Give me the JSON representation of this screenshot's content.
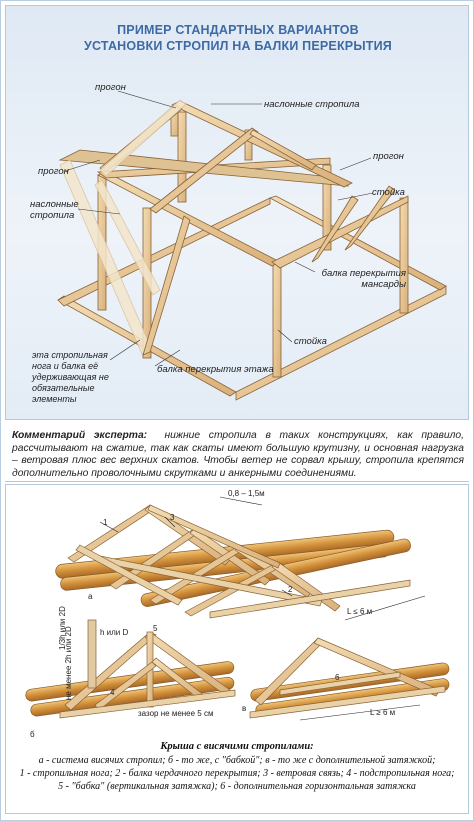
{
  "title": {
    "line1": "ПРИМЕР СТАНДАРТНЫХ ВАРИАНТОВ",
    "line2": "УСТАНОВКИ СТРОПИЛ НА БАЛКИ ПЕРЕКРЫТИЯ"
  },
  "labels": {
    "progon_top": "прогон",
    "naslonnye_top": "наслонные стропила",
    "progon_right": "прогон",
    "progon_left": "прогон",
    "naslonnye_left": "наслонные стропила",
    "stoyka_right": "стойка",
    "balka_mansardy": "балка перекрытия мансарды",
    "stoyka_bottom": "стойка",
    "balka_etazha": "балка перекрытия этажа",
    "note": "эта стропильная нога и балка её удерживающая не обязательные элементы"
  },
  "comment": {
    "lead": "Комментарий эксперта:",
    "text": "нижние стропила в таких конструкциях, как правило, рассчитывают на сжатие, так как скаты имеют большую крутизну, и основная нагрузка – ветровая плюс вес верхних скатов. Чтобы ветер не сорвал крышу, стропила крепятся дополнительно проволочными скрутками и анкерными соединениями."
  },
  "diagram_b": {
    "dim_top": "0,8 – 1,5м",
    "span": "L ≤ 6 м",
    "numbers": [
      "1",
      "3",
      "2"
    ],
    "letter": "а"
  },
  "diagram_c": {
    "dim_side1": "1/3h или 2D",
    "dim_side2": "h или D",
    "dim_side3": "не менее 2h или 2D",
    "gap": "зазор не менее 5 см",
    "numbers": [
      "5",
      "4"
    ],
    "letter": "б"
  },
  "diagram_d": {
    "span": "L ≥ 6 м",
    "numbers": [
      "6"
    ],
    "letter": "в"
  },
  "caption": {
    "title": "Крыша с висячими стропилами:",
    "line1": "а - система висячих стропил; б - то же, с \"бабкой\"; в - то же с дополнительной затяжкой;",
    "line2": "1 - стропильная нога; 2 - балка чердачного перекрытия; 3 - ветровая связь; 4 - подстропильная нога;",
    "line3": "5 - \"бабка\" (вертикальная затяжка); 6 - дополнительная горизонтальная затяжка"
  },
  "colors": {
    "title_blue": "#3d6aa5",
    "wood": "#e9c995",
    "wood_dark": "#a77a45",
    "log": "#d89b3a"
  }
}
